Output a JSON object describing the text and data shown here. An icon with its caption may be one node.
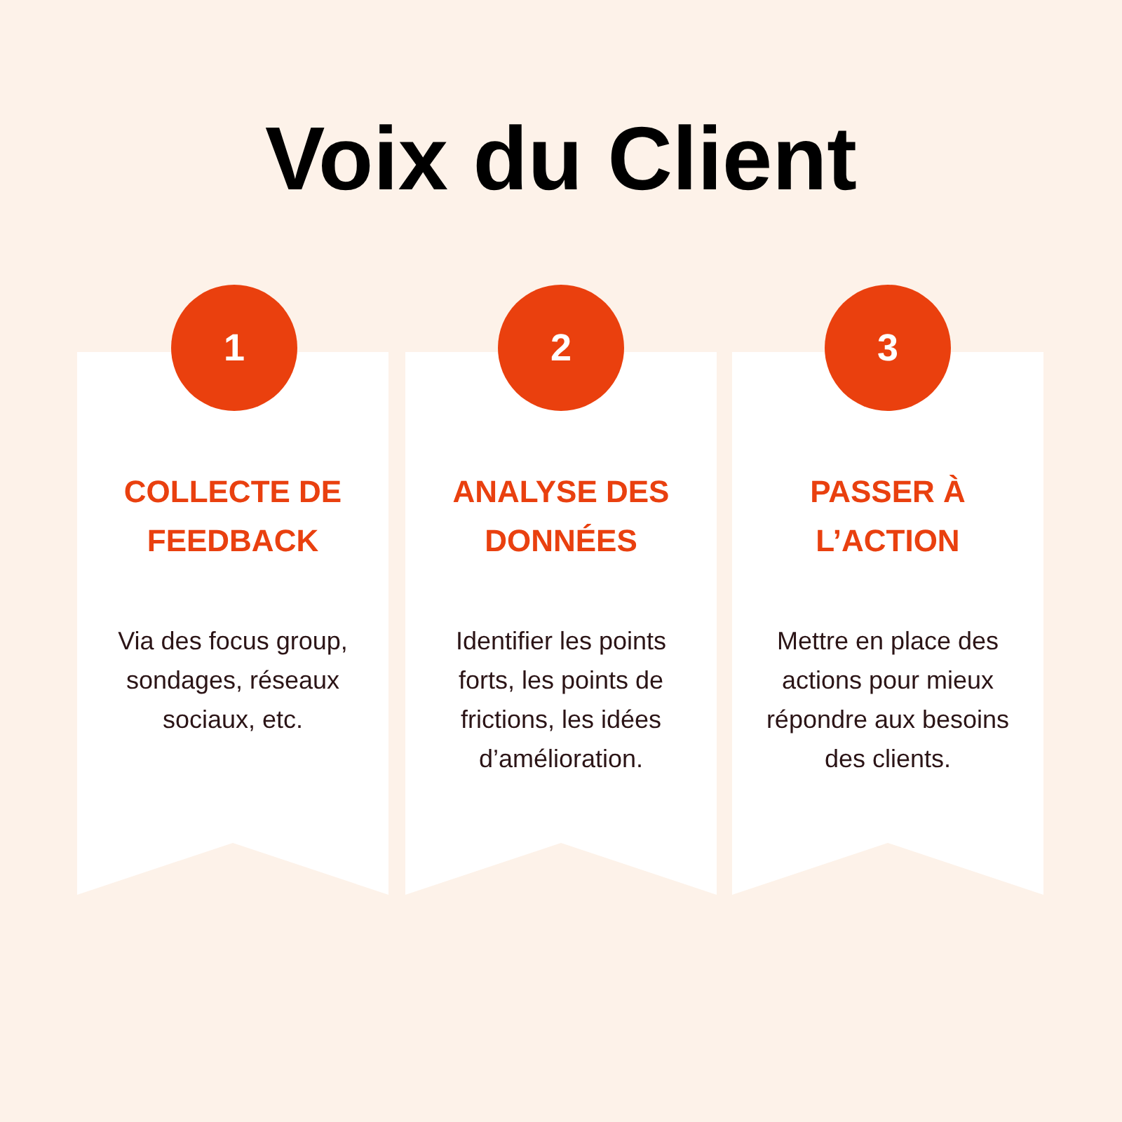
{
  "diagram": {
    "title": "Voix du Client",
    "nodes": [
      {
        "text": [
          "1"
        ]
      },
      {
        "text": [
          "COLLECTE DE FEEDBACK",
          "Via des focus group, sondages, réseaux sociaux, etc."
        ]
      },
      {
        "text": [
          "2"
        ]
      },
      {
        "text": [
          "ANALYSE DES DONNÉES",
          "Identifier les points forts, les points de frictions, les idées d’amélioration."
        ]
      },
      {
        "text": [
          "3"
        ]
      },
      {
        "text": [
          "PASSER À L’ACTION",
          "Mettre en place des actions pour mieux répondre aux besoins des clients."
        ]
      }
    ]
  }
}
